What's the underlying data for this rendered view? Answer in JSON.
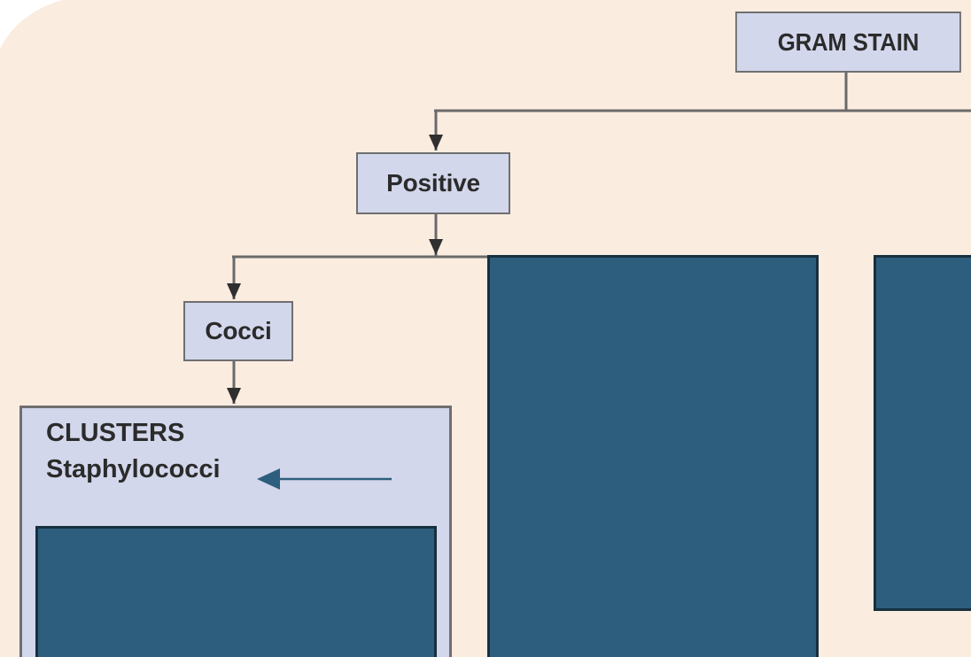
{
  "colors": {
    "background": "#fbece0",
    "node_fill": "#d3d7ec",
    "node_border": "#6f6f6f",
    "connector": "#6a6a6a",
    "redaction_fill": "#2e5e7d",
    "redaction_border": "#16303f",
    "pointer_arrow": "#2e5e7d"
  },
  "nodes": {
    "root": "GRAM STAIN",
    "positive": "Positive",
    "cocci": "Cocci",
    "clusters_title": "CLUSTERS",
    "clusters_subtitle": "Staphylococci"
  },
  "icons": {
    "pointer": "left-arrow-icon"
  }
}
